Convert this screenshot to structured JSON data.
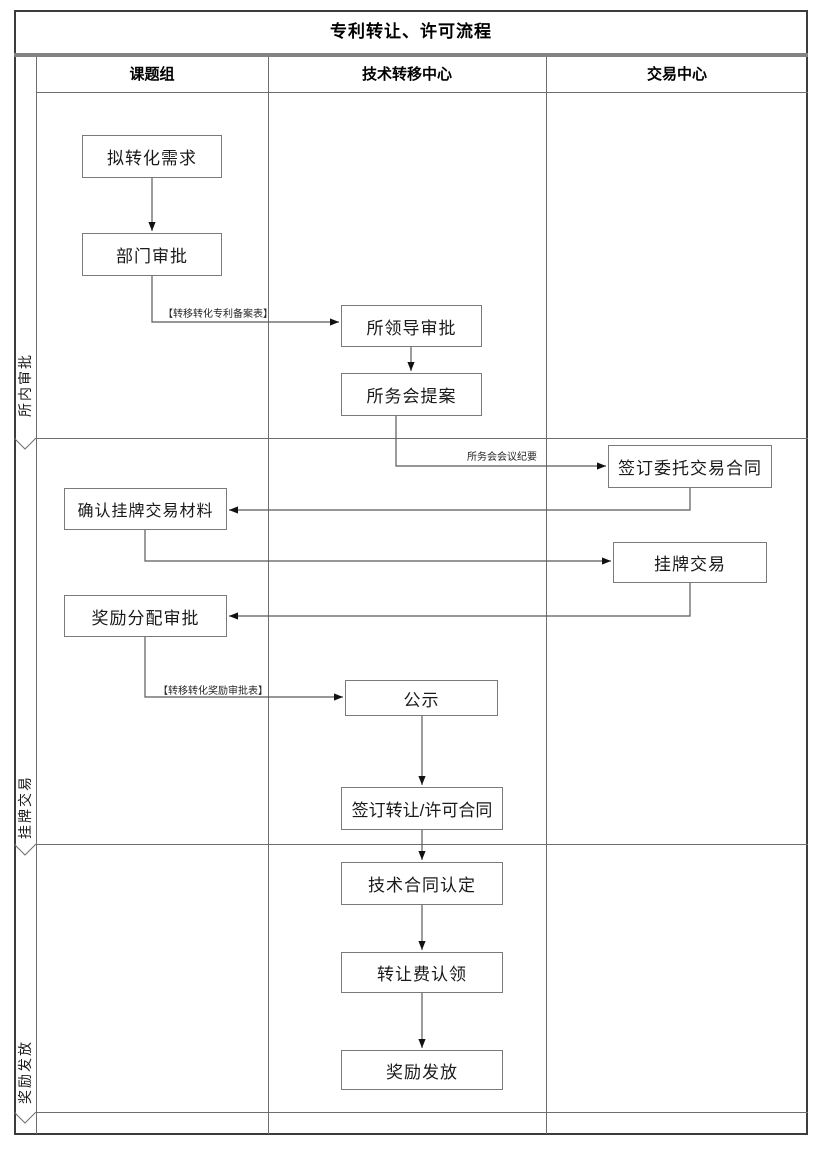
{
  "title": "专利转让、许可流程",
  "columns": [
    "课题组",
    "技术转移中心",
    "交易中心"
  ],
  "lanes": [
    "所内审批",
    "挂牌交易",
    "奖励发放"
  ],
  "nodes": {
    "proposed_need": {
      "label": "拟转化需求"
    },
    "dept_approval": {
      "label": "部门审批"
    },
    "leader_approval": {
      "label": "所领导审批"
    },
    "council_proposal": {
      "label": "所务会提案"
    },
    "entrust_contract": {
      "label": "签订委托交易合同"
    },
    "confirm_materials": {
      "label": "确认挂牌交易材料"
    },
    "listing_trade": {
      "label": "挂牌交易"
    },
    "reward_alloc_approval": {
      "label": "奖励分配审批"
    },
    "public_notice": {
      "label": "公示"
    },
    "transfer_license_contract": {
      "label": "签订转让/许可合同"
    },
    "tech_contract_recognition": {
      "label": "技术合同认定"
    },
    "fee_claim": {
      "label": "转让费认领"
    },
    "reward_distribution": {
      "label": "奖励发放"
    }
  },
  "edge_labels": {
    "filing_form": "【转移转化专利备案表】",
    "meeting_minutes": "所务会会议纪要",
    "reward_form": "【转移转化奖励审批表】"
  },
  "colors": {
    "frame": "#3c3c3c",
    "grid": "#6e6e6e",
    "thick_divider": "#828282",
    "connector": "#595959",
    "arrowhead": "#111111",
    "node_border": "#7a7a7a"
  }
}
